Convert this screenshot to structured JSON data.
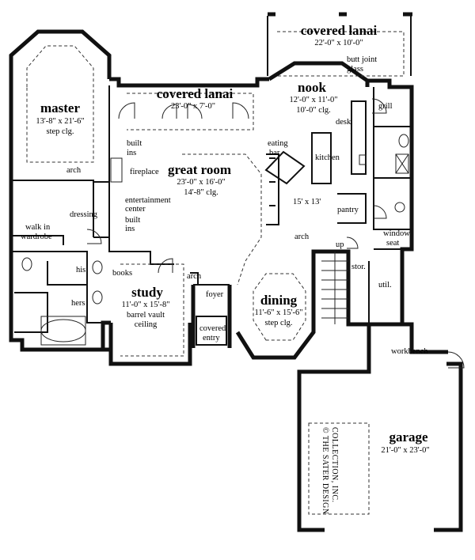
{
  "rooms": {
    "covered_lanai_top": {
      "name": "covered lanai",
      "dims": "22'-0\" x 10'-0\""
    },
    "covered_lanai_mid": {
      "name": "covered lanai",
      "dims": "23'-0\" x 7'-0\""
    },
    "master": {
      "name": "master",
      "dims": "13'-8\" x 21'-6\"",
      "ceiling": "step clg."
    },
    "nook": {
      "name": "nook",
      "dims": "12'-0\" x 11'-0\"",
      "ceiling": "10'-0\" clg."
    },
    "great_room": {
      "name": "great room",
      "dims": "23'-0\" x 16'-0\"",
      "ceiling": "14'-8\" clg."
    },
    "study": {
      "name": "study",
      "dims": "11'-0\" x 15'-8\"",
      "ceiling1": "barrel vault",
      "ceiling2": "ceiling"
    },
    "dining": {
      "name": "dining",
      "dims": "11'-6\" x 15'-6\"",
      "ceiling": "step clg."
    },
    "garage": {
      "name": "garage",
      "dims": "21'-0\" x 23'-0\""
    },
    "kitchen": {
      "name": "kitchen",
      "dims": "15' x 13'"
    }
  },
  "labels": {
    "butt_joint": "butt joint",
    "glass": "glass",
    "grill": "grill",
    "desk": "desk",
    "built_ins_top_1": "built",
    "built_ins_top_2": "ins",
    "fireplace": "fireplace",
    "eating_bar_1": "eating",
    "eating_bar_2": "bar",
    "arch_master": "arch",
    "entertainment_1": "entertainment",
    "entertainment_2": "center",
    "built_ins_bot_1": "built",
    "built_ins_bot_2": "ins",
    "dressing": "dressing",
    "walk_in_1": "walk in",
    "walk_in_2": "wardrobe",
    "pantry": "pantry",
    "arch_dining": "arch",
    "up": "up",
    "window_seat_1": "window",
    "window_seat_2": "seat",
    "stor": "stor.",
    "util": "util.",
    "his": "his",
    "hers": "hers",
    "books": "books",
    "arch_study": "arch",
    "foyer": "foyer",
    "covered_entry_1": "covered",
    "covered_entry_2": "entry",
    "workbench": "workbench"
  },
  "copyright": {
    "line1": "© THE SATER DESIGN",
    "line2": "COLLECTION, INC."
  }
}
